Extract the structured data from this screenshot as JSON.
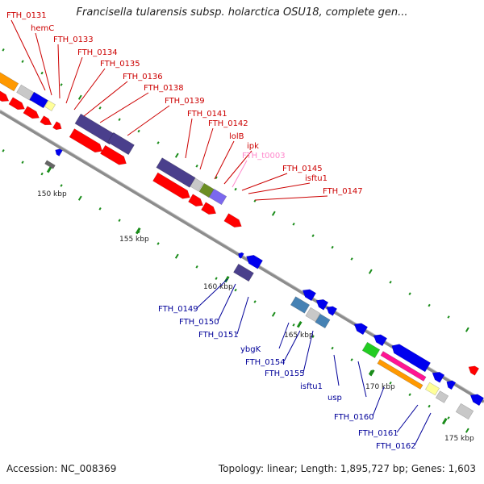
{
  "title": "Francisella tularensis subsp. holarctica OSU18, complete gen...",
  "accession_label": "Accession: NC_008369",
  "stats_label": "Topology: linear; Length: 1,895,727 bp; Genes: 1,603",
  "colors": {
    "backbone": "#8c8c8c",
    "tick": "#1a8c1a",
    "label_top": "#cc0000",
    "label_bottom": "#000099",
    "label_trna": "#ff88cc",
    "red_feature": "#ff0000",
    "blue_feature": "#0000ee",
    "purple_feature": "#4a3f8c",
    "gray_feature": "#c8c8c8",
    "orange_feature": "#ff9900",
    "yellow_feature": "#ffff99",
    "green_feature": "#22cc22",
    "magenta_feature": "#ff1493",
    "olive_feature": "#6b8e23",
    "lavender_feature": "#7b68ee",
    "steel_feature": "#4682b4"
  },
  "scale_labels": [
    "150 kbp",
    "155 kbp",
    "160 kbp",
    "165 kbp",
    "170 kbp",
    "175 kbp"
  ],
  "top_labels": [
    {
      "text": "FTH_0131",
      "kind": "gene"
    },
    {
      "text": "hemC",
      "kind": "gene"
    },
    {
      "text": "FTH_0133",
      "kind": "gene"
    },
    {
      "text": "FTH_0134",
      "kind": "gene"
    },
    {
      "text": "FTH_0135",
      "kind": "gene"
    },
    {
      "text": "FTH_0136",
      "kind": "gene"
    },
    {
      "text": "FTH_0138",
      "kind": "gene"
    },
    {
      "text": "FTH_0139",
      "kind": "gene"
    },
    {
      "text": "FTH_0141",
      "kind": "gene"
    },
    {
      "text": "FTH_0142",
      "kind": "gene"
    },
    {
      "text": "lolB",
      "kind": "gene"
    },
    {
      "text": "ipk",
      "kind": "gene"
    },
    {
      "text": "FTH_t0003",
      "kind": "trna"
    },
    {
      "text": "FTH_0145",
      "kind": "gene"
    },
    {
      "text": "isftu1",
      "kind": "gene"
    },
    {
      "text": "FTH_0147",
      "kind": "gene"
    }
  ],
  "bottom_labels": [
    "FTH_0149",
    "FTH_0150",
    "FTH_0151",
    "ybgK",
    "FTH_0154",
    "FTH_0155",
    "isftu1",
    "usp",
    "FTH_0160",
    "FTH_0161",
    "FTH_0162"
  ]
}
